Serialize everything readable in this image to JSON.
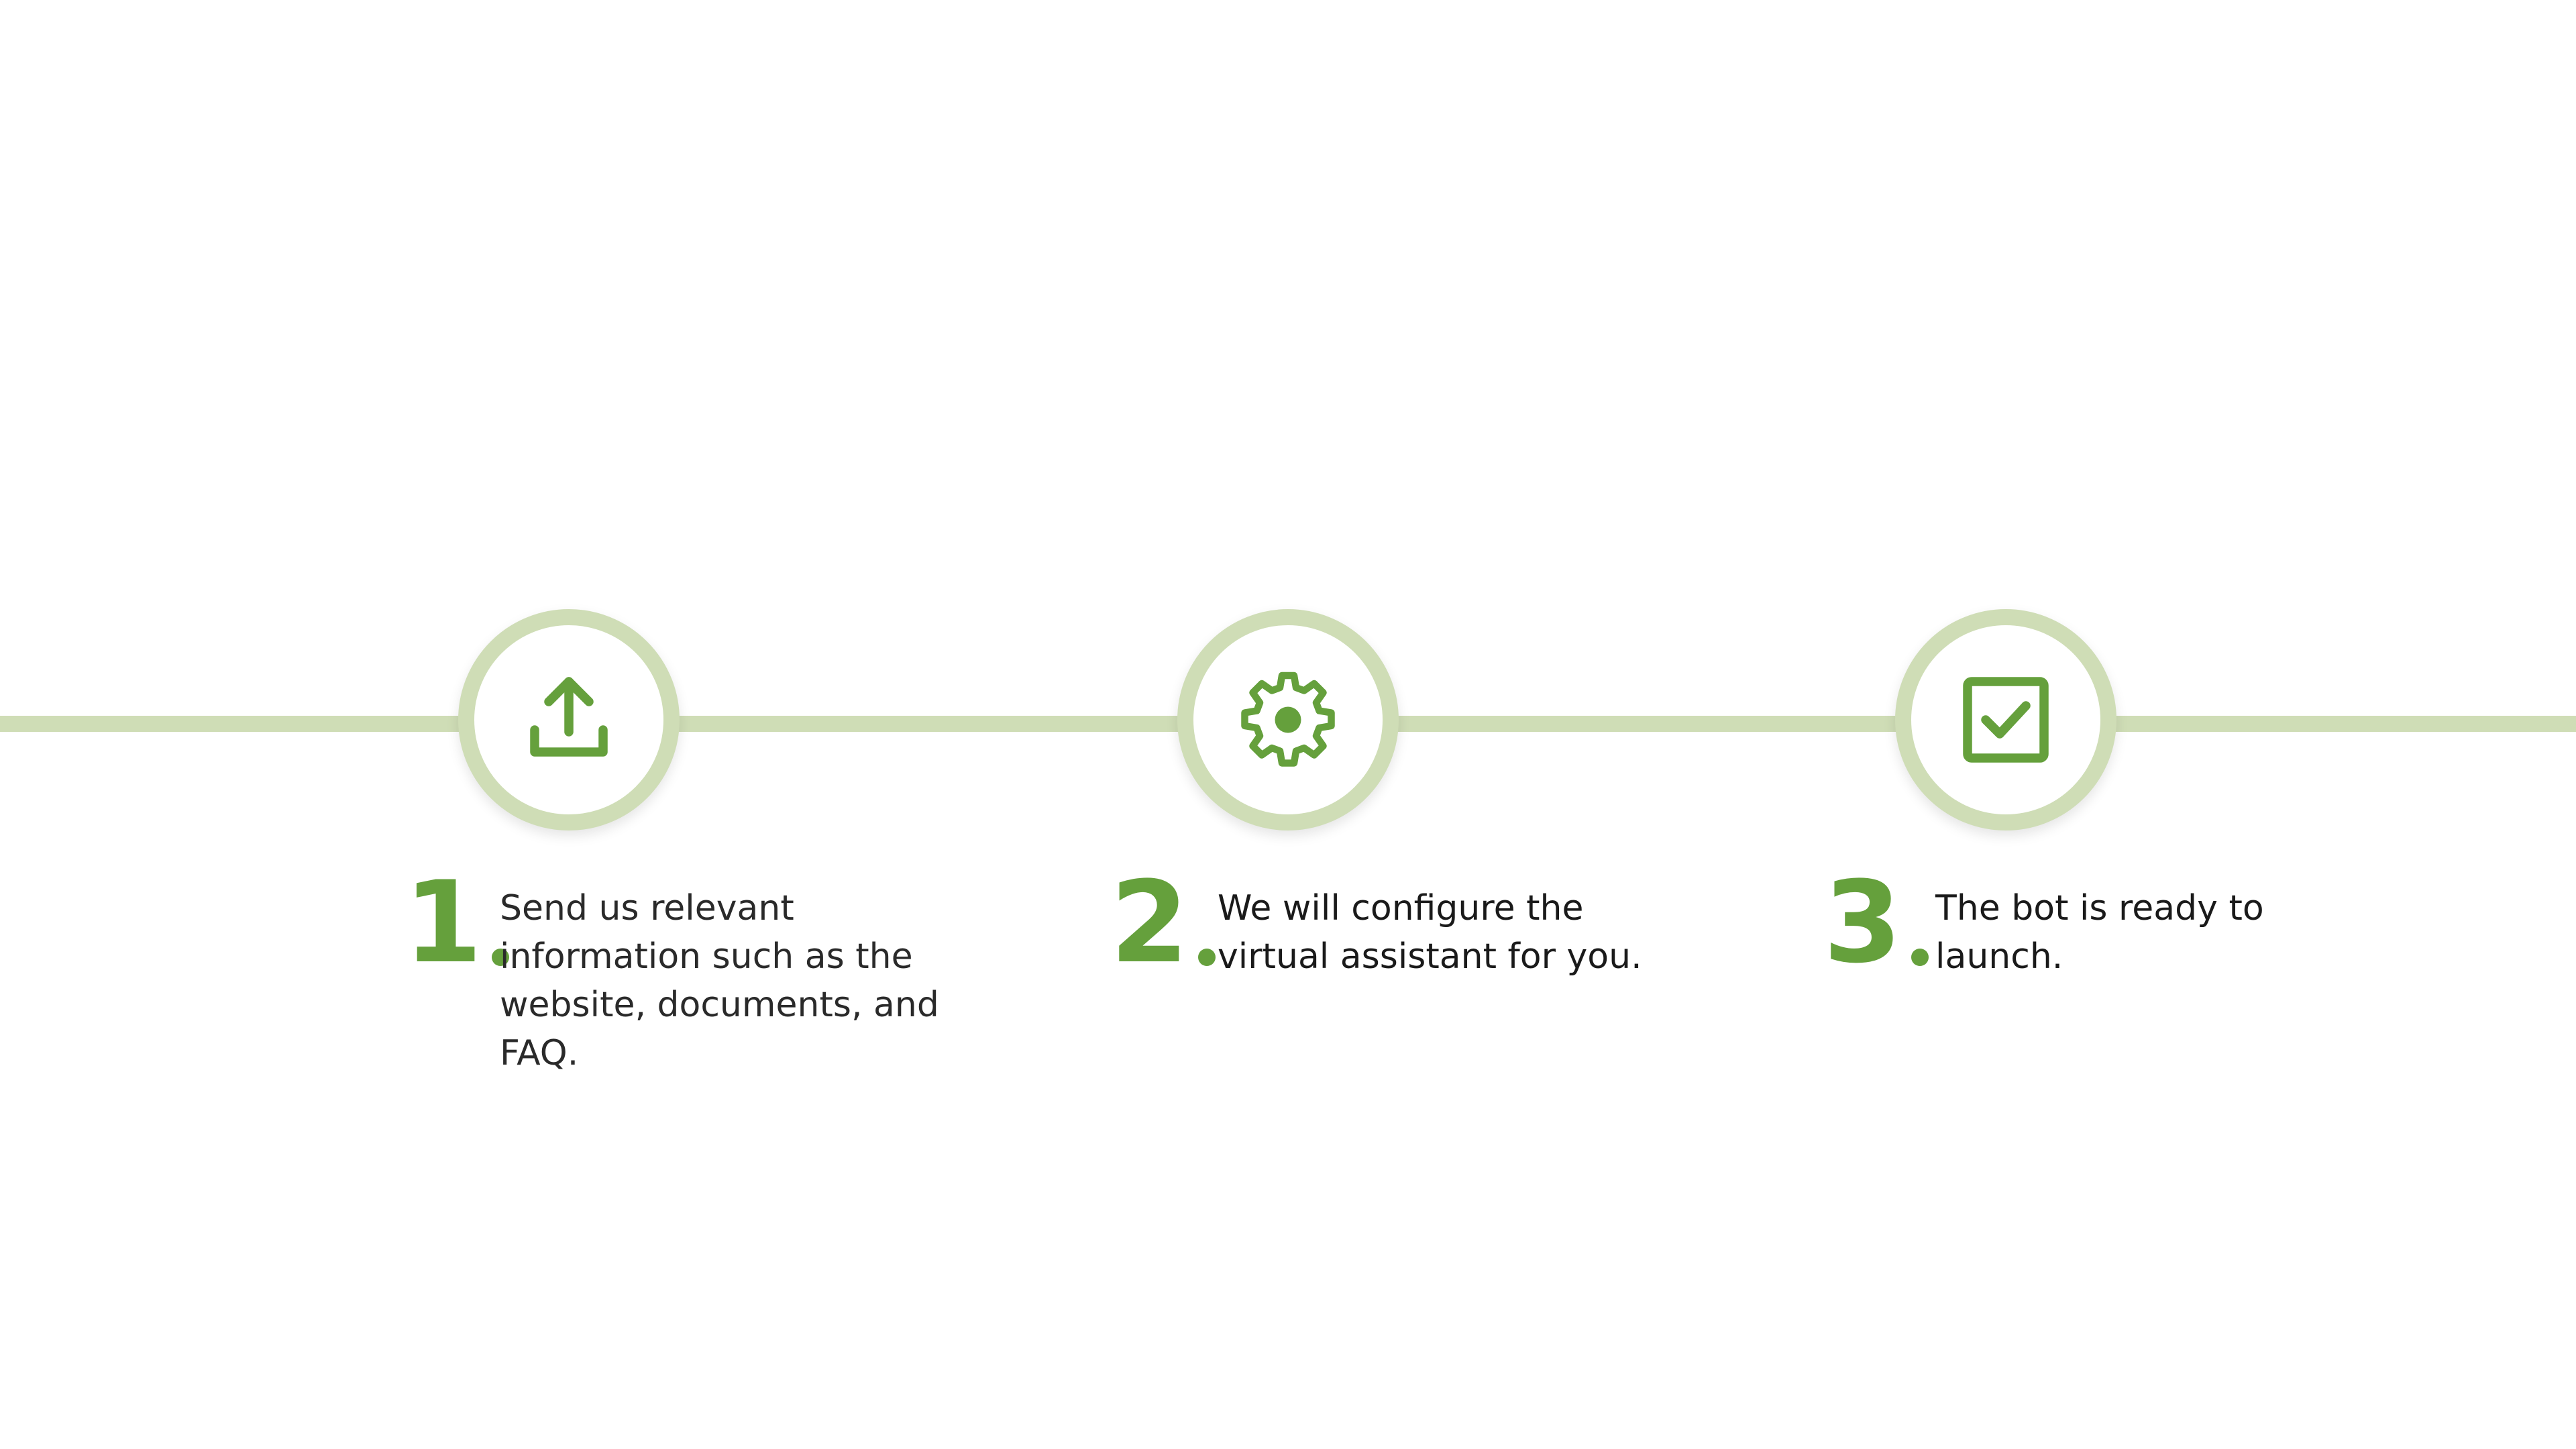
{
  "colors": {
    "accent": "#65a03c",
    "line": "#cfddb6"
  },
  "steps": [
    {
      "number": "1",
      "icon": "upload-icon",
      "text": "Send us relevant information such as the website, documents, and FAQ."
    },
    {
      "number": "2",
      "icon": "gear-icon",
      "text": "We will configure the virtual assistant for you."
    },
    {
      "number": "3",
      "icon": "checkbox-icon",
      "text": "The bot is ready to launch."
    }
  ]
}
